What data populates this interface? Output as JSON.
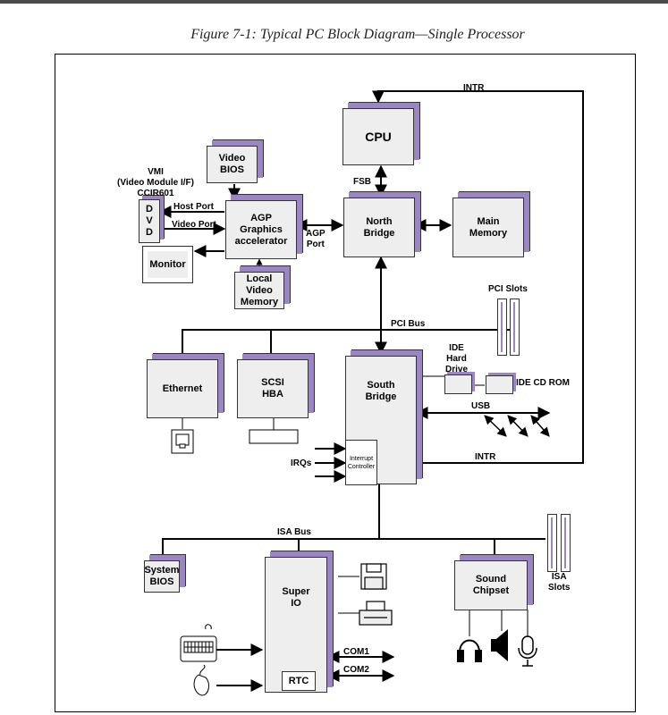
{
  "caption": "Figure 7-1: Typical PC Block Diagram—Single Processor",
  "blocks": {
    "cpu": "CPU",
    "video_bios": "Video\nBIOS",
    "agp": "AGP\nGraphics\naccelerator",
    "north_bridge": "North\nBridge",
    "main_memory": "Main\nMemory",
    "local_video_memory": "Local\nVideo\nMemory",
    "monitor": "Monitor",
    "dvd_d1": "D",
    "dvd_v": "V",
    "dvd_d2": "D",
    "ethernet": "Ethernet",
    "scsi": "SCSI\nHBA",
    "south_bridge": "South\nBridge",
    "interrupt_controller": "Interrupt\nController",
    "system_bios": "System\nBIOS",
    "super_io": "Super\nIO",
    "rtc": "RTC",
    "sound": "Sound\nChipset"
  },
  "labels": {
    "intr_top": "INTR",
    "vmi": "VMI\n(Video Module I/F)\nCCIR601",
    "host_port": "Host Port",
    "video_port": "Video Port",
    "fsb": "FSB",
    "agp_port": "AGP\nPort",
    "pci_slots": "PCI Slots",
    "pci_bus": "PCI Bus",
    "ide_hard_drive": "IDE\nHard\nDrive",
    "ide_cd_rom": "IDE CD ROM",
    "usb": "USB",
    "irqs": "IRQs",
    "intr_bottom": "INTR",
    "isa_bus": "ISA Bus",
    "isa_slots": "ISA\nSlots",
    "com1": "COM1",
    "com2": "COM2"
  },
  "colors": {
    "accent": "#9b86c4",
    "box_fill": "#eeeeee"
  }
}
